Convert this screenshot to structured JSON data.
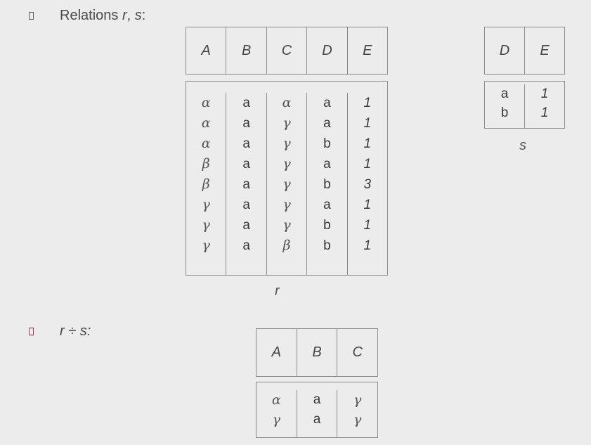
{
  "line1": {
    "prefix": "Relations ",
    "r": "r",
    "sep": ", ",
    "s": "s",
    "suffix": ":"
  },
  "line2": {
    "text": "r ÷ s:"
  },
  "relation_r": {
    "caption": "r",
    "headers": [
      "A",
      "B",
      "C",
      "D",
      "E"
    ],
    "columns": [
      {
        "kind": "greek",
        "values": [
          "α",
          "α",
          "α",
          "β",
          "β",
          "γ",
          "γ",
          "γ"
        ]
      },
      {
        "kind": "text",
        "values": [
          "a",
          "a",
          "a",
          "a",
          "a",
          "a",
          "a",
          "a"
        ]
      },
      {
        "kind": "greek",
        "values": [
          "α",
          "γ",
          "γ",
          "γ",
          "γ",
          "γ",
          "γ",
          "β"
        ]
      },
      {
        "kind": "text",
        "values": [
          "a",
          "a",
          "b",
          "a",
          "b",
          "a",
          "b",
          "b"
        ]
      },
      {
        "kind": "num",
        "values": [
          "1",
          "1",
          "1",
          "1",
          "3",
          "1",
          "1",
          "1"
        ]
      }
    ]
  },
  "relation_s": {
    "caption": "s",
    "headers": [
      "D",
      "E"
    ],
    "columns": [
      {
        "kind": "text",
        "values": [
          "a",
          "b"
        ]
      },
      {
        "kind": "num",
        "values": [
          "1",
          "1"
        ]
      }
    ]
  },
  "relation_result": {
    "headers": [
      "A",
      "B",
      "C"
    ],
    "columns": [
      {
        "kind": "greek",
        "values": [
          "α",
          "γ"
        ]
      },
      {
        "kind": "text",
        "values": [
          "a",
          "a"
        ]
      },
      {
        "kind": "greek",
        "values": [
          "γ",
          "γ"
        ]
      }
    ]
  },
  "colors": {
    "bullet": "#c0392b",
    "background": "#ececec",
    "border": "#8a8a8a"
  }
}
